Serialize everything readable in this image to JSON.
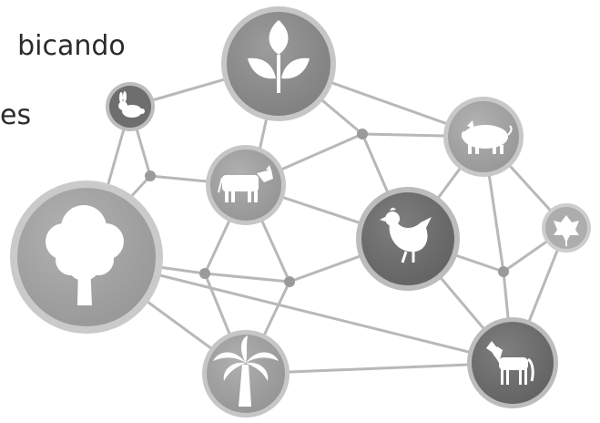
{
  "caption": {
    "line1": "bicando",
    "line2": "es"
  },
  "colors": {
    "background": "#ffffff",
    "line": "#b8b8b8",
    "junction": "#9a9a9a",
    "node_light": "#a9a9a9",
    "node_mid": "#8f8f8f",
    "node_dark": "#6e6e6e",
    "icon": "#ffffff"
  },
  "nodes": [
    {
      "id": "leaves",
      "icon": "leaves-icon",
      "tone": "mid"
    },
    {
      "id": "rabbit",
      "icon": "rabbit-icon",
      "tone": "dark"
    },
    {
      "id": "pig",
      "icon": "pig-icon",
      "tone": "light"
    },
    {
      "id": "cow",
      "icon": "cow-icon",
      "tone": "light"
    },
    {
      "id": "tree",
      "icon": "tree-icon",
      "tone": "light"
    },
    {
      "id": "hen",
      "icon": "hen-icon",
      "tone": "dark"
    },
    {
      "id": "ivy-leaf",
      "icon": "ivy-leaf-icon",
      "tone": "light"
    },
    {
      "id": "palm",
      "icon": "palm-tree-icon",
      "tone": "light"
    },
    {
      "id": "horse",
      "icon": "horse-icon",
      "tone": "dark"
    }
  ]
}
